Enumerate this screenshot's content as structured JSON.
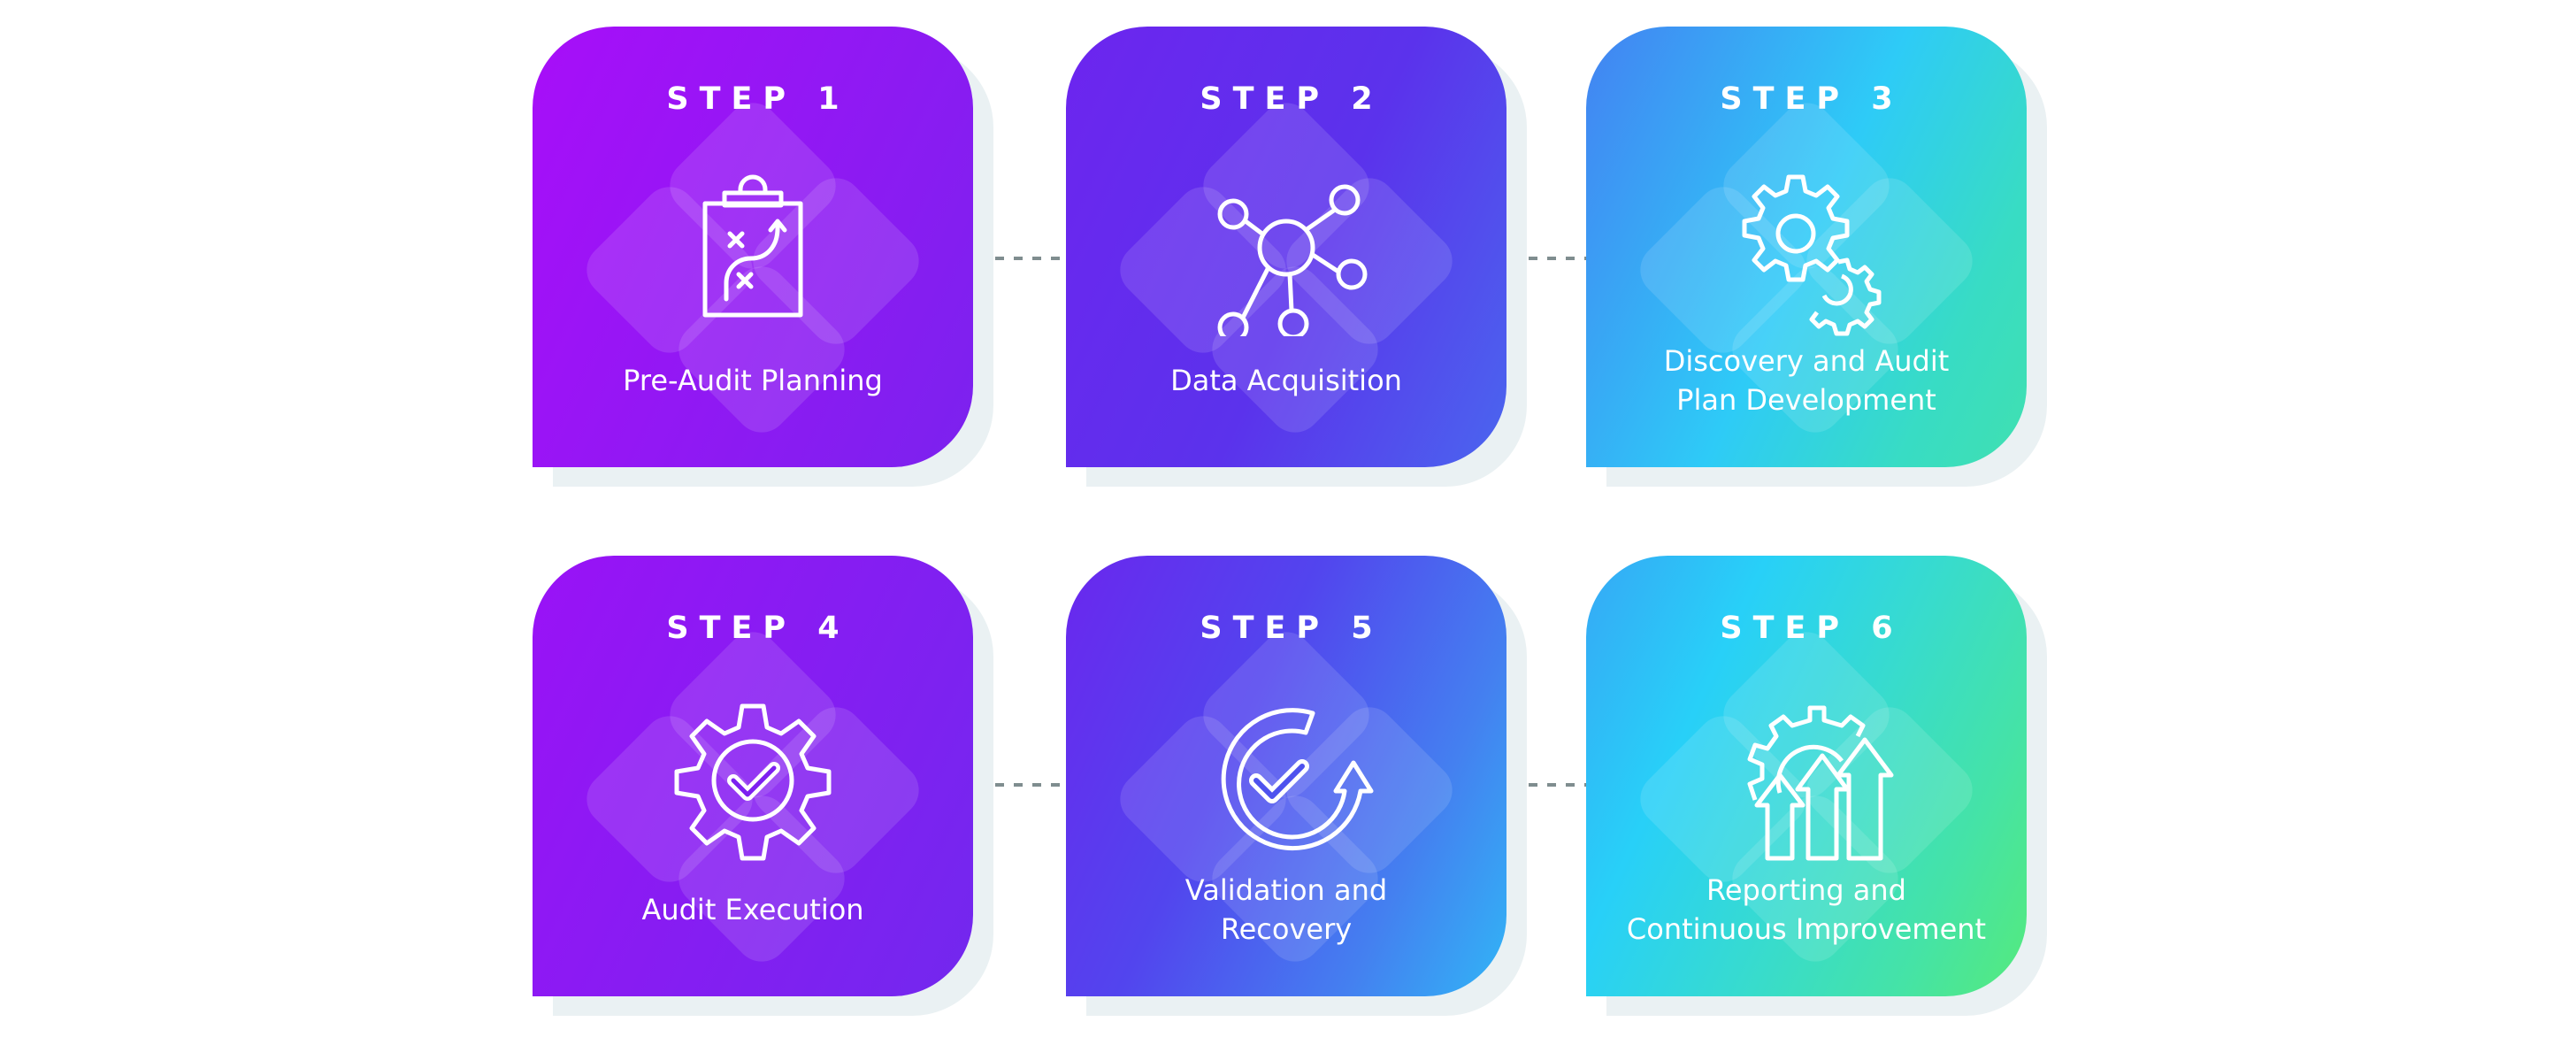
{
  "steps": [
    {
      "title": "STEP 1",
      "label_lines": [
        "Pre-Audit Planning"
      ],
      "icon": "clipboard-strategy-icon",
      "gradient": [
        "#a80ef9",
        "#7b22ee"
      ]
    },
    {
      "title": "STEP 2",
      "label_lines": [
        "Data Acquisition"
      ],
      "icon": "network-hub-icon",
      "gradient": [
        "#6a27ee",
        "#4a62ee"
      ]
    },
    {
      "title": "STEP 3",
      "label_lines": [
        "Discovery and Audit",
        "Plan Development"
      ],
      "icon": "gears-icon",
      "gradient": [
        "#3f86f2",
        "#28d1f7",
        "#3de0b4"
      ]
    },
    {
      "title": "STEP 4",
      "label_lines": [
        "Audit Execution"
      ],
      "icon": "gear-check-icon",
      "gradient": [
        "#9a12f6",
        "#7126ee"
      ]
    },
    {
      "title": "STEP 5",
      "label_lines": [
        "Validation and",
        "Recovery"
      ],
      "icon": "refresh-check-icon",
      "gradient": [
        "#6a27ee",
        "#4a5ef0",
        "#31b5f6"
      ]
    },
    {
      "title": "STEP 6",
      "label_lines": [
        "Reporting and",
        "Continuous Improvement"
      ],
      "icon": "gear-growth-arrows-icon",
      "gradient": [
        "#35a8f5",
        "#28d1f7",
        "#3fdcbc",
        "#55ea7a"
      ]
    }
  ],
  "colors": {
    "shadow": "#eaf1f3",
    "connector": "#7f8d8f",
    "icon_stroke": "#ffffff"
  }
}
